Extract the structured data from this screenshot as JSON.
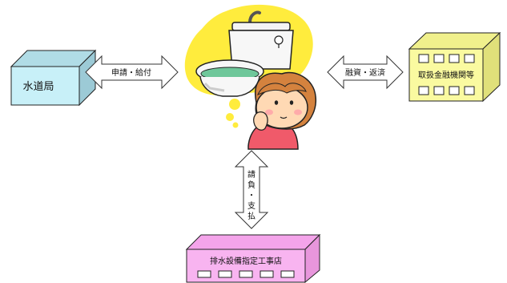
{
  "nodes": {
    "water_bureau": {
      "label": "水道局"
    },
    "financial_institution": {
      "label": "取扱金融機関等"
    },
    "contractor": {
      "label": "排水設備指定工事店"
    }
  },
  "arrows": {
    "left": {
      "label": "申請・給付"
    },
    "right": {
      "label": "融資・返済"
    },
    "vertical": {
      "label_chars": [
        "請",
        "負",
        "・",
        "支",
        "払"
      ]
    }
  },
  "illustration": {
    "subject": "person-thinking-of-toilet-illustration"
  },
  "colors": {
    "bureau_front": "#c8f0f8",
    "bureau_top": "#b0dce6",
    "bureau_side": "#9ccad6",
    "bank_front": "#fafaa0",
    "bank_top": "#f0f08c",
    "bank_side": "#e0e07a",
    "contractor_front": "#f8b4f0",
    "contractor_top": "#f4a4ea",
    "contractor_side": "#e896dc",
    "thought_bubble": "#ffec3d",
    "skin": "#ffd9b4",
    "hair": "#d4823e",
    "shirt": "#f05a6a",
    "toilet_rim": "#6fc79a",
    "outline": "#222222"
  }
}
